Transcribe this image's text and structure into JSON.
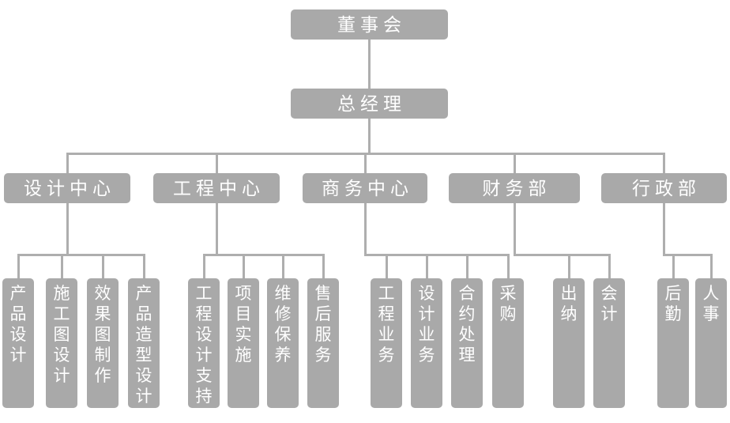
{
  "org": {
    "board": {
      "label": "董事会"
    },
    "general_manager": {
      "label": "总经理"
    },
    "departments": [
      {
        "label": "设计中心",
        "children": [
          {
            "label": "产品设计"
          },
          {
            "label": "施工图设计"
          },
          {
            "label": "效果图制作"
          },
          {
            "label": "产品造型设计"
          }
        ]
      },
      {
        "label": "工程中心",
        "children": [
          {
            "label": "工程设计支持"
          },
          {
            "label": "项目实施"
          },
          {
            "label": "维修保养"
          },
          {
            "label": "售后服务"
          }
        ]
      },
      {
        "label": "商务中心",
        "children": [
          {
            "label": "工程业务"
          },
          {
            "label": "设计业务"
          },
          {
            "label": "合约处理"
          },
          {
            "label": "采购"
          }
        ]
      },
      {
        "label": "财务部",
        "children": [
          {
            "label": "出纳"
          },
          {
            "label": "会计"
          }
        ]
      },
      {
        "label": "行政部",
        "children": [
          {
            "label": "后勤"
          },
          {
            "label": "人事"
          }
        ]
      }
    ]
  },
  "colors": {
    "box_fill": "#a9a9a9",
    "connector": "#aeaeae",
    "box_text": "#ffffff",
    "background": "#ffffff"
  }
}
